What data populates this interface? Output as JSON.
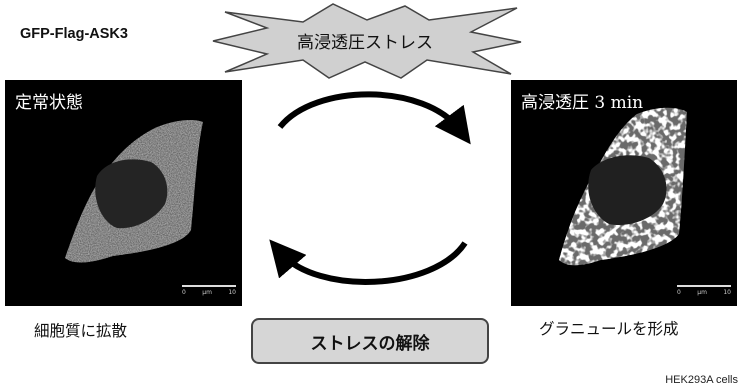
{
  "header": {
    "construct": "GFP-Flag-ASK3",
    "stress_title": "高浸透圧ストレス"
  },
  "panels": {
    "left": {
      "label": "定常状態",
      "scalebar_ticks": [
        "0",
        "μm",
        "10"
      ]
    },
    "right": {
      "label": "高浸透圧 3 min",
      "scalebar_ticks": [
        "0",
        "μm",
        "10"
      ]
    }
  },
  "captions": {
    "left": "細胞質に拡散",
    "right": "グラニュールを形成"
  },
  "release_button": "ストレスの解除",
  "cell_line": "HEK293A cells",
  "colors": {
    "background": "#ffffff",
    "burst_fill": "#d0d0d0",
    "burst_stroke": "#444444",
    "release_fill": "#d6d6d6",
    "panel_bg": "#000000"
  }
}
